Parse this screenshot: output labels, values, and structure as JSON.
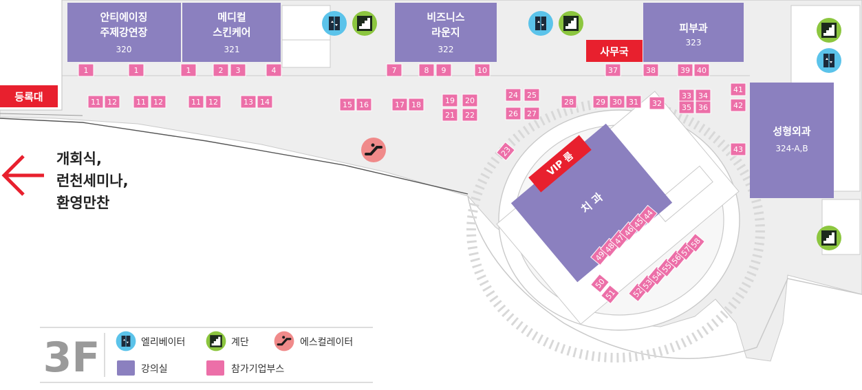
{
  "floor": "3F",
  "colors": {
    "lecture_room": "#8b80bf",
    "booth": "#ec6fa8",
    "red_tag": "#e8202e",
    "elevator_icon_bg": "#5bc3ea",
    "stairs_icon_bg": "#8cc63f",
    "escalator_icon_bg": "#f08a8a"
  },
  "rooms": {
    "r320": {
      "line1": "안티에이징",
      "line2": "주제강연장",
      "num": "320"
    },
    "r321": {
      "line1": "메디컬",
      "line2": "스킨케어",
      "num": "321"
    },
    "r322": {
      "line1": "비즈니스",
      "line2": "라운지",
      "num": "322"
    },
    "r323": {
      "line1": "피부과",
      "num": "323"
    },
    "r324": {
      "line1": "성형외과",
      "num": "324-A,B"
    },
    "dental": {
      "label": "치 과"
    }
  },
  "labels": {
    "registration": "등록대",
    "office": "사무국",
    "vip": "VIP 룸",
    "nav_line1": "개회식,",
    "nav_line2": "런천세미나,",
    "nav_line3": "환영만찬"
  },
  "booths": {
    "b1a": "1",
    "b1b": "1",
    "b1c": "1",
    "b2": "2",
    "b3": "3",
    "b4": "4",
    "b7": "7",
    "b8": "8",
    "b9": "9",
    "b10": "10",
    "b11a": "11",
    "b12a": "12",
    "b11b": "11",
    "b12b": "12",
    "b11c": "11",
    "b12c": "12",
    "b13": "13",
    "b14": "14",
    "b15": "15",
    "b16": "16",
    "b17": "17",
    "b18": "18",
    "b19": "19",
    "b20": "20",
    "b21": "21",
    "b22": "22",
    "b23": "23",
    "b24": "24",
    "b25": "25",
    "b26": "26",
    "b27": "27",
    "b28": "28",
    "b29": "29",
    "b30": "30",
    "b31": "31",
    "b32": "32",
    "b33": "33",
    "b34": "34",
    "b35": "35",
    "b36": "36",
    "b37": "37",
    "b38": "38",
    "b39": "39",
    "b40": "40",
    "b41": "41",
    "b42": "42",
    "b43": "43",
    "b44": "44",
    "b45": "45",
    "b46": "46",
    "b47": "47",
    "b48": "48",
    "b49": "49",
    "b50": "50",
    "b51": "51",
    "b52": "52",
    "b53": "53",
    "b54": "54",
    "b55": "55",
    "b56": "56",
    "b57": "57",
    "b58": "58"
  },
  "legend": {
    "floor": "3F",
    "elevator": "엘리베이터",
    "stairs": "계단",
    "escalator": "에스컬레이터",
    "lecture_room": "강의실",
    "exhibitor_booth": "참가기업부스"
  },
  "icons": {
    "elevator": "elevator-icon",
    "stairs": "stairs-icon",
    "escalator": "escalator-icon",
    "arrow": "arrow-left-icon"
  }
}
